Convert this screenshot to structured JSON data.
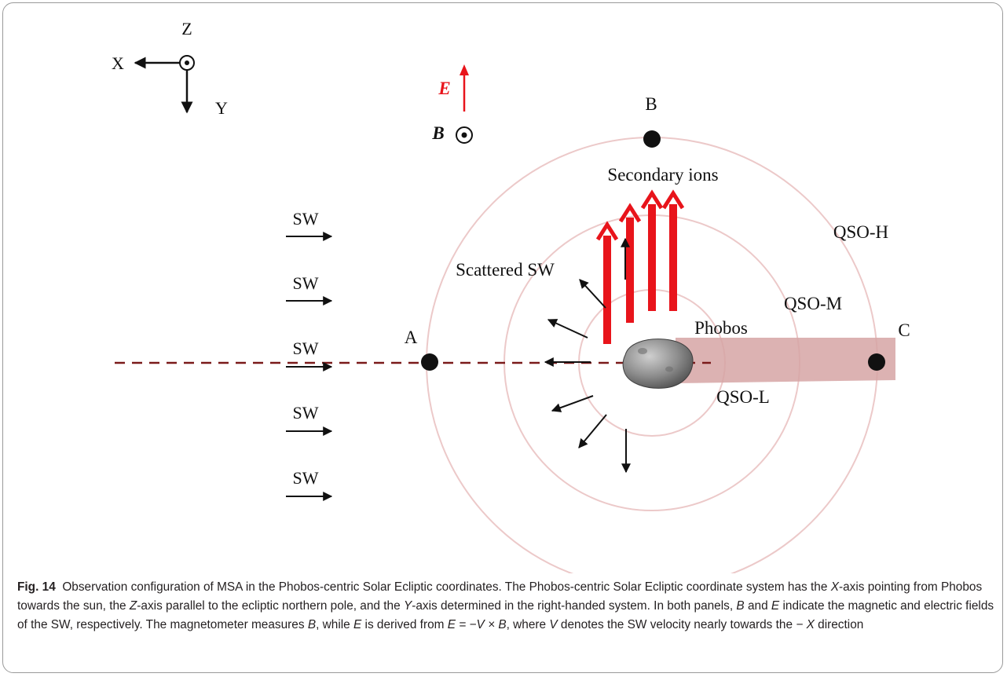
{
  "figure": {
    "axes": {
      "z": "Z",
      "x": "X",
      "y": "Y"
    },
    "fields": {
      "e": "E",
      "b": "B"
    },
    "points": {
      "a": "A",
      "b": "B",
      "c": "C"
    },
    "labels": {
      "secondary_ions": "Secondary ions",
      "scattered_sw": "Scattered SW",
      "phobos": "Phobos",
      "qso_h": "QSO-H",
      "qso_m": "QSO-M",
      "qso_l": "QSO-L"
    },
    "sw_label": "SW",
    "colors": {
      "orbit": "#ecc9c9",
      "wake": "#d6a5a5",
      "dashed_line": "#7a1a1a",
      "ion_arrow": "#e8141b",
      "e_field": "#e8141b"
    }
  },
  "caption": {
    "label": "Fig. 14",
    "p1": "Observation configuration of MSA in the Phobos-centric Solar Ecliptic coordinates. The Phobos-centric Solar Ecliptic coordinate system has the ",
    "v_x": "X",
    "p2": "-axis pointing from Phobos towards the sun, the ",
    "v_z": "Z",
    "p3": "-axis parallel to the ecliptic northern pole, and the ",
    "v_y": "Y",
    "p4": "-axis determined in the right-handed system. In both panels, ",
    "v_b1": "B",
    "p5": " and ",
    "v_e1": "E",
    "p6": " indicate the magnetic and electric fields of the SW, respectively. The magnetometer measures ",
    "v_b2": "B",
    "p7": ", while ",
    "v_e2": "E",
    "p8": " is derived from ",
    "formula": "E = −V × B",
    "p9": ", where ",
    "v_v": "V",
    "p10": " denotes the SW velocity nearly towards the ",
    "minus_x": "− X",
    "p11": " direction"
  }
}
